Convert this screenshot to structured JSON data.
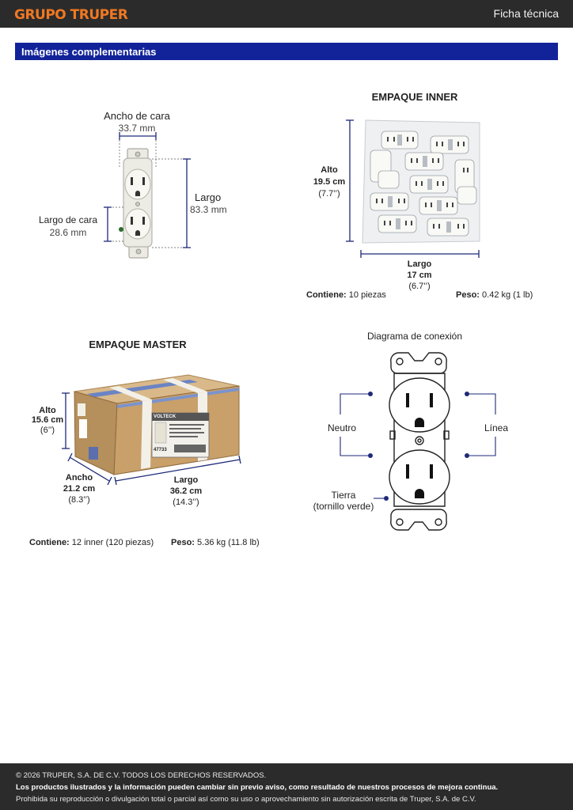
{
  "header": {
    "brand": "GRUPO TRUPER",
    "doc_type": "Ficha técnica"
  },
  "section": {
    "title": "Imágenes complementarias"
  },
  "product": {
    "face_width_label": "Ancho de cara",
    "face_width_value": "33.7 mm",
    "length_label": "Largo",
    "length_value": "83.3 mm",
    "face_length_label": "Largo de cara",
    "face_length_value": "28.6 mm"
  },
  "inner": {
    "title": "EMPAQUE INNER",
    "height_label": "Alto",
    "height_cm": "19.5 cm",
    "height_in": "(7.7’’)",
    "length_label": "Largo",
    "length_cm": "17 cm",
    "length_in": "(6.7’’)",
    "contains_label": "Contiene:",
    "contains_value": "10 piezas",
    "weight_label": "Peso:",
    "weight_value": "0.42 kg (1 lb)"
  },
  "master": {
    "title": "EMPAQUE MASTER",
    "height_label": "Alto",
    "height_cm": "15.6 cm",
    "height_in": "(6’’)",
    "width_label": "Ancho",
    "width_cm": "21.2 cm",
    "width_in": "(8.3’’)",
    "length_label": "Largo",
    "length_cm": "36.2 cm",
    "length_in": "(14.3’’)",
    "box_brand": "VOLTECK",
    "box_code": "47733",
    "contains_label": "Contiene:",
    "contains_value": "12 inner (120 piezas)",
    "weight_label": "Peso:",
    "weight_value": "5.36 kg (11.8 lb)"
  },
  "diagram": {
    "title": "Diagrama de conexión",
    "neutral": "Neutro",
    "line": "Línea",
    "ground_1": "Tierra",
    "ground_2": "(tornillo verde)"
  },
  "footer": {
    "copyright": "© 2026 TRUPER, S.A. DE C.V. TODOS LOS DERECHOS RESERVADOS.",
    "notice": "Los productos ilustrados y la información pueden cambiar sin previo aviso, como resultado de nuestros procesos de mejora continua.",
    "prohibition": "Prohibida su reproducción o divulgación total o parcial así como su uso o aprovechamiento sin autorización escrita de Truper, S.A. de C.V."
  },
  "colors": {
    "brand_orange": "#f07822",
    "section_blue": "#12239a",
    "dimension_navy": "#1e2a78",
    "bar_dark": "#2b2b2b"
  }
}
